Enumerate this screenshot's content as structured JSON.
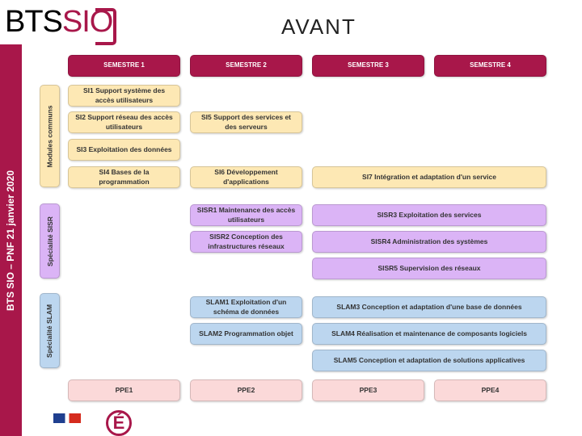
{
  "logo": {
    "part1": "BTS",
    "part2": "SIO"
  },
  "title": "AVANT",
  "sidebar_text": "BTS SIO – PNF 21 janvier 2020",
  "semesters": [
    "SEMESTRE 1",
    "SEMESTRE 2",
    "SEMESTRE 3",
    "SEMESTRE 4"
  ],
  "groups": {
    "common": "Modules communs",
    "sisr": "Spécialité SISR",
    "slam": "Spécialité SLAM"
  },
  "modules": {
    "si1": "SI1 Support système des accès utilisateurs",
    "si2": "SI2 Support réseau des accès utilisateurs",
    "si3": "SI3 Exploitation des données",
    "si4": "SI4 Bases de la programmation",
    "si5": "SI5 Support des services et des serveurs",
    "si6": "SI6 Développement d'applications",
    "si7": "SI7 Intégration et adaptation d'un service",
    "sisr1": "SISR1 Maintenance des accès utilisateurs",
    "sisr2": "SISR2 Conception des infrastructures réseaux",
    "sisr3": "SISR3 Exploitation des services",
    "sisr4": "SISR4 Administration des systèmes",
    "sisr5": "SISR5 Supervision des réseaux",
    "slam1": "SLAM1 Exploitation d'un schéma de données",
    "slam2": "SLAM2 Programmation objet",
    "slam3": "SLAM3 Conception et adaptation d'une base de données",
    "slam4": "SLAM4 Réalisation et maintenance de composants logiciels",
    "slam5": "SLAM5 Conception et adaptation de solutions applicatives"
  },
  "ppe": [
    "PPE1",
    "PPE2",
    "PPE3",
    "PPE4"
  ],
  "colors": {
    "accent": "#a8174a",
    "common": "#fde8b4",
    "sisr": "#dbb4f6",
    "slam": "#bcd6ef",
    "ppe": "#fbd9d9"
  }
}
